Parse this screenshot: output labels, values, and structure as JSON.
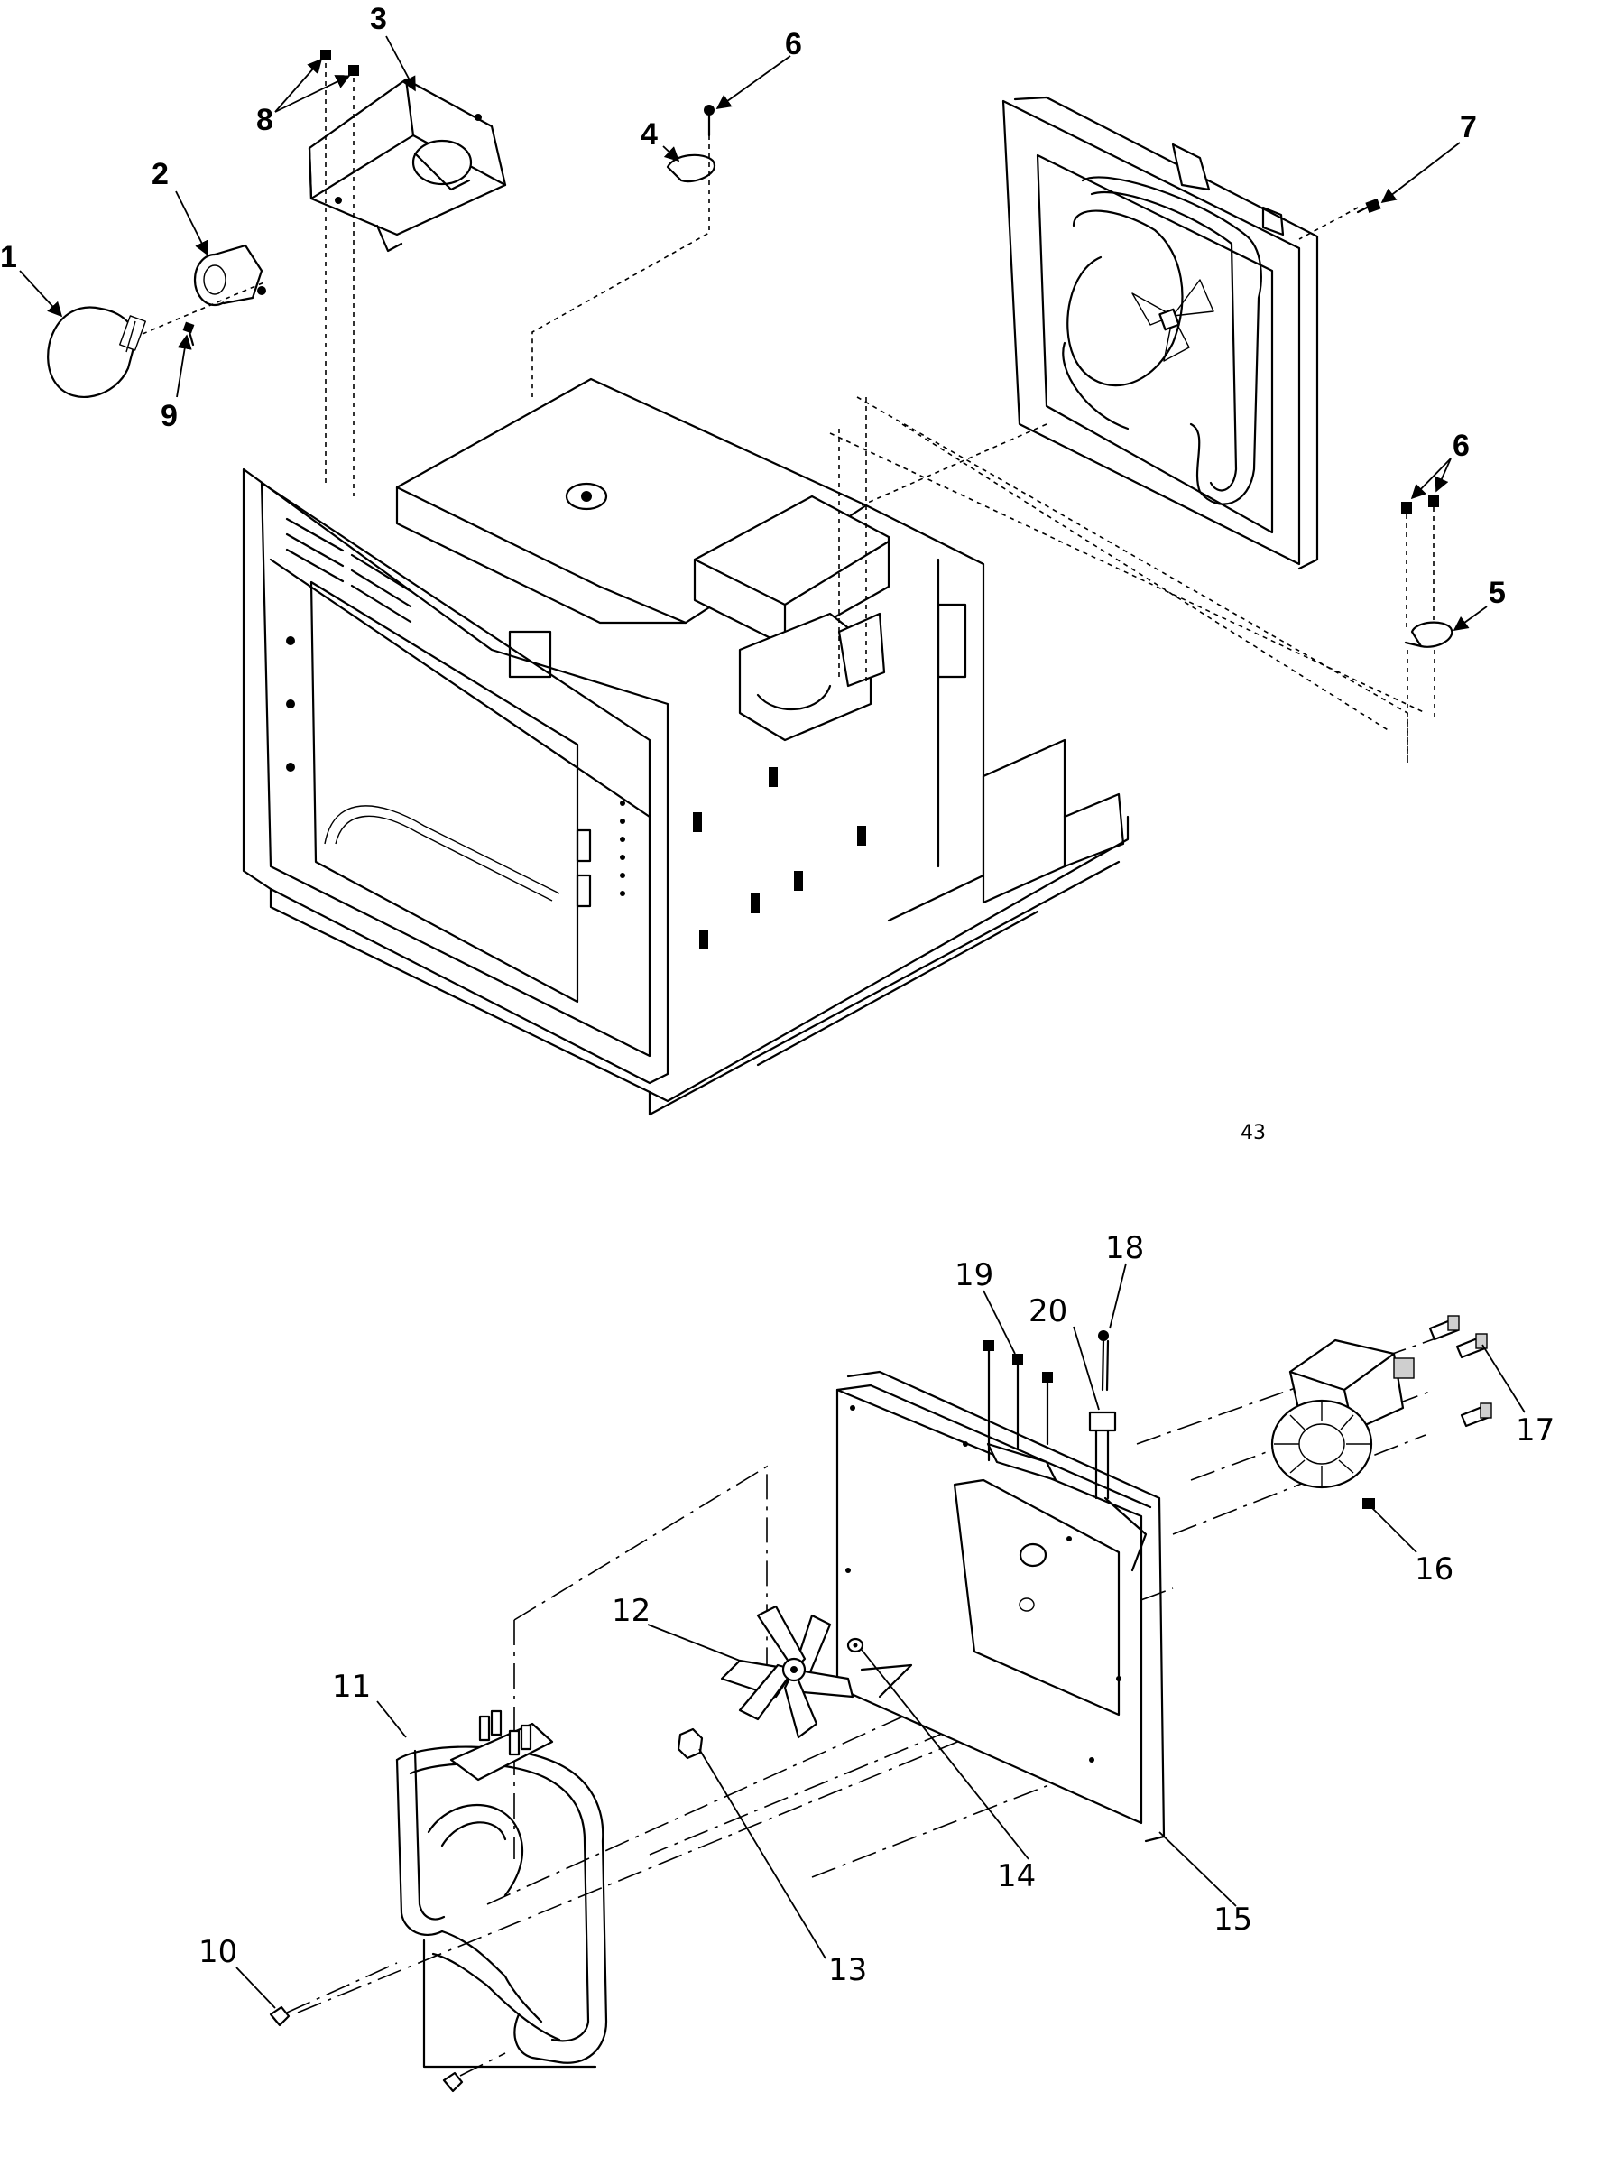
{
  "callouts_top": [
    "1",
    "2",
    "3",
    "4",
    "5",
    "6",
    "6",
    "7",
    "8",
    "9"
  ],
  "callouts_bottom": [
    "10",
    "11",
    "12",
    "13",
    "14",
    "15",
    "16",
    "17",
    "18",
    "19",
    "20"
  ],
  "stray_mark": "43"
}
